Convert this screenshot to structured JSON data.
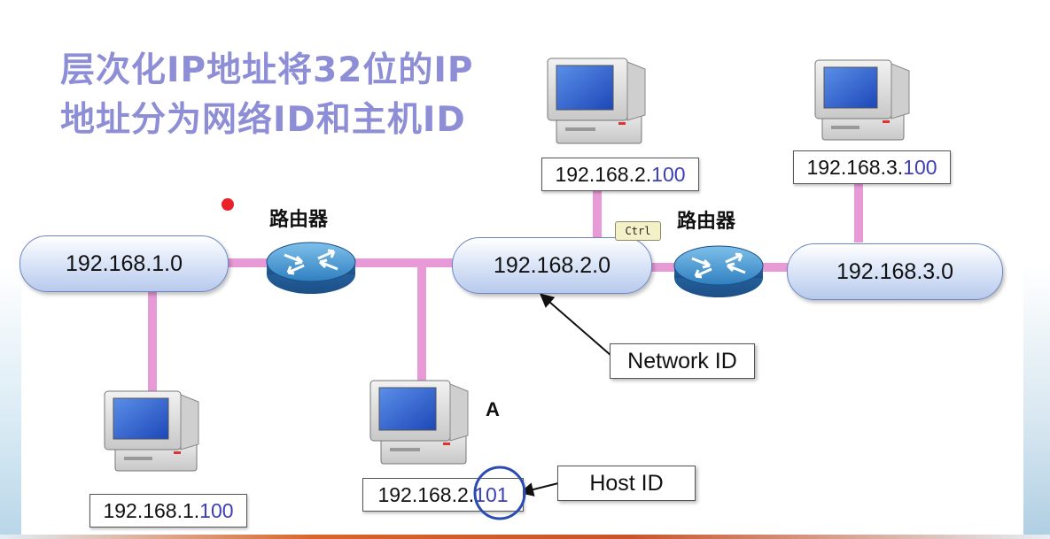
{
  "title": {
    "line1": "层次化IP地址将32位的IP",
    "line2": "地址分为网络ID和主机ID"
  },
  "networks": [
    {
      "label": "192.168.1.0"
    },
    {
      "label": "192.168.2.0"
    },
    {
      "label": "192.168.3.0"
    }
  ],
  "routers": [
    {
      "label": "路由器"
    },
    {
      "label": "路由器"
    }
  ],
  "hosts": [
    {
      "net": "192.168.1.",
      "host": "100"
    },
    {
      "net": "192.168.2.",
      "host": "101"
    },
    {
      "net": "192.168.2.",
      "host": "100"
    },
    {
      "net": "192.168.3.",
      "host": "100"
    }
  ],
  "callouts": {
    "network_id": "Network ID",
    "host_id": "Host ID"
  },
  "host_a_label": "A",
  "ctrl_badge": "Ctrl",
  "colors": {
    "title": "#8e8ed6",
    "link": "#e79ad6",
    "host_digits": "#3a3fb8",
    "router": "#3b86c4",
    "highlight_circle": "#2a4cb0",
    "laser_dot": "#e8212a"
  }
}
